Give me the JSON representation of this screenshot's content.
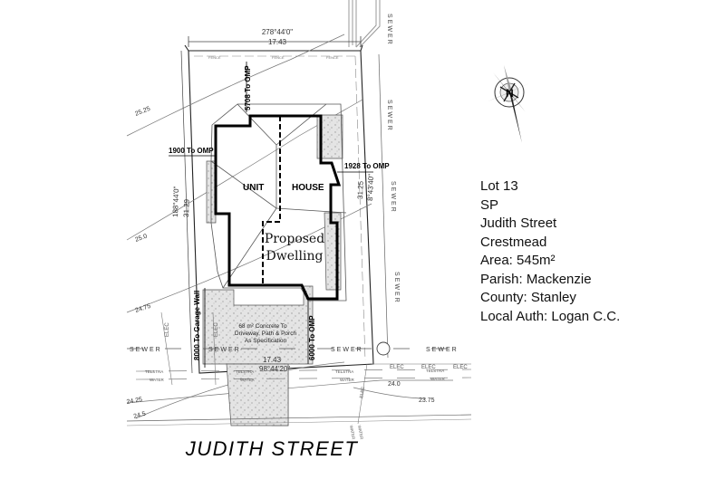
{
  "lot_details": {
    "lot": "Lot 13",
    "plan": "SP",
    "street": "Judith Street",
    "suburb": "Crestmead",
    "area": "Area:  545m²",
    "parish": "Parish:  Mackenzie",
    "county": "County: Stanley",
    "local_auth": "Local Auth:  Logan C.C."
  },
  "compass": {
    "north_label": "N"
  },
  "street_name": "JUDITH STREET",
  "boundaries": {
    "top_bearing": "278°44'0\"",
    "top_length": "17.43",
    "left_bearing": "188°44'0\"",
    "left_length": "31.29",
    "right_length": "31.25",
    "right_bearing": "8°43'40\"",
    "bottom_length": "17.43",
    "bottom_bearing": "98°44'20\""
  },
  "setbacks": {
    "rear": "5708 To OMP",
    "left": "1900 To OMP",
    "right": "1928 To OMP",
    "garage": "8000 To Garage Wall",
    "front": "6000 To OMP"
  },
  "building": {
    "unit": "UNIT",
    "house": "HOUSE",
    "proposed_line1": "Proposed",
    "proposed_line2": "Dwelling"
  },
  "concrete_note": {
    "line1": "68 m² Concrete To",
    "line2": "Driveway, Path & Porch",
    "line3": "As Specification"
  },
  "contours": {
    "c1": "25.25",
    "c2": "25.0",
    "c3": "24.75",
    "c4": "24.5",
    "c5": "24.25",
    "c6": "24.0",
    "c7": "23.75"
  },
  "services": {
    "sewer": "SEWER",
    "telstra": "TELSTRA",
    "water": "WATER",
    "elec": "ELEC",
    "fence": "FENCE"
  }
}
